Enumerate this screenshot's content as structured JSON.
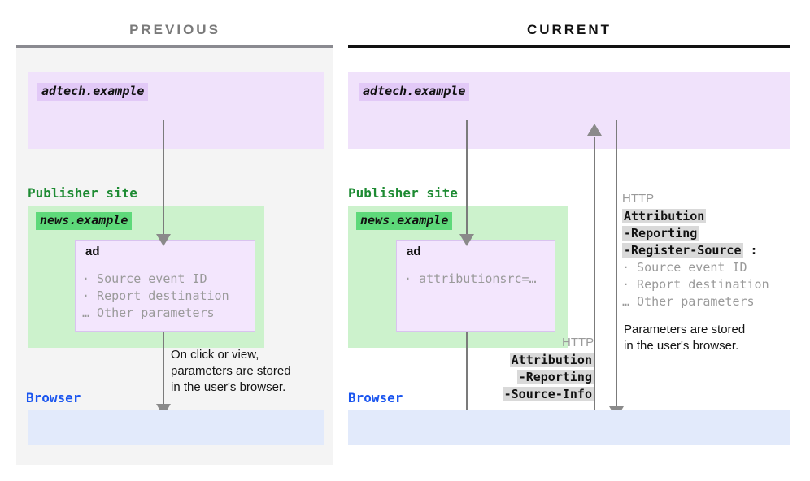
{
  "panels": {
    "previous": {
      "title": "PREVIOUS",
      "adtech_origin": "adtech.example",
      "publisher_label": "Publisher site",
      "publisher_origin": "news.example",
      "ad_title": "ad",
      "ad_params": "· Source event ID\n· Report destination\n… Other parameters",
      "note": "On click or view,\nparameters are stored\nin the user's browser.",
      "browser_label": "Browser"
    },
    "current": {
      "title": "CURRENT",
      "adtech_origin": "adtech.example",
      "publisher_label": "Publisher site",
      "publisher_origin": "news.example",
      "ad_title": "ad",
      "ad_params": "· attributionsrc=…",
      "browser_label": "Browser",
      "request_header": {
        "protocol": "HTTP",
        "line1": "Attribution",
        "line2": "-Reporting",
        "line3": "-Source-Info"
      },
      "response_header": {
        "protocol": "HTTP",
        "line1": "Attribution",
        "line2": "-Reporting",
        "line3": "-Register-Source",
        "colon": ":",
        "params": "· Source event ID\n· Report destination\n… Other parameters"
      },
      "note": "Parameters are stored\nin the user's browser."
    }
  },
  "colors": {
    "adtech_fill": "#f0e2fb",
    "adtech_chip": "#e2c9f7",
    "publisher_fill": "#ccf2cc",
    "publisher_chip": "#5ed97a",
    "publisher_label": "#1e8b33",
    "browser_fill": "#e2eafb",
    "browser_label": "#1a55ef",
    "arrow": "#7b7b7b",
    "header_highlight": "#d9d9d9",
    "previous_accent": "#8a8a90",
    "current_accent": "#111111"
  }
}
